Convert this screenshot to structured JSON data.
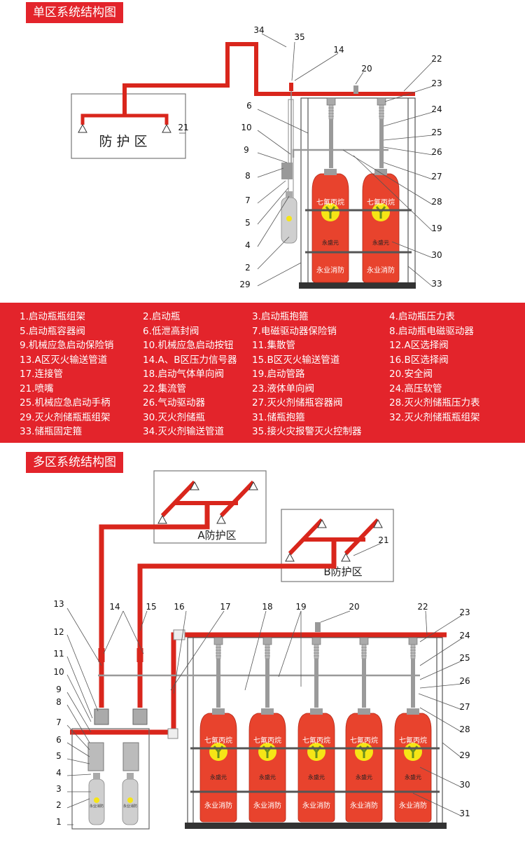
{
  "single_section": {
    "title": "单区系统结构图",
    "zone_label": "防 护 区",
    "callouts": [
      "34",
      "35",
      "14",
      "20",
      "22",
      "23",
      "24",
      "25",
      "26",
      "27",
      "28",
      "19",
      "30",
      "33",
      "6",
      "10",
      "9",
      "8",
      "7",
      "5",
      "4",
      "2",
      "29",
      "21"
    ]
  },
  "multi_section": {
    "title": "多区系统结构图",
    "zone_a_label": "A防护区",
    "zone_b_label": "B防护区",
    "callouts": [
      "13",
      "14",
      "15",
      "16",
      "17",
      "18",
      "19",
      "20",
      "22",
      "23",
      "24",
      "25",
      "26",
      "27",
      "28",
      "29",
      "30",
      "31",
      "12",
      "11",
      "10",
      "9",
      "8",
      "7",
      "6",
      "5",
      "4",
      "3",
      "2",
      "1",
      "21"
    ]
  },
  "cylinder_text": {
    "top": "七氟丙烷",
    "brand": "永盛元",
    "bottom": "永业消防",
    "small": "永业消防"
  },
  "legend": [
    "1.启动瓶瓶组架",
    "2.启动瓶",
    "3.启动瓶抱箍",
    "4.启动瓶压力表",
    "5.启动瓶容器阀",
    "6.低泄高封阀",
    "7.电磁驱动器保险销",
    "8.启动瓶电磁驱动器",
    "9.机械应急启动保险销",
    "10.机械应急启动按钮",
    "11.集散管",
    "12.A区选择阀",
    "13.A区灭火输送管道",
    "14.A、B区压力信号器",
    "15.B区灭火输送管道",
    "16.B区选择阀",
    "17.连接管",
    "18.启动气体单向阀",
    "19.启动管路",
    "20.安全阀",
    "21.喷嘴",
    "22.集流管",
    "23.液体单向阀",
    "24.高压软管",
    "25.机械应急启动手柄",
    "26.气动驱动器",
    "27.灭火剂储瓶容器阀",
    "28.灭火剂储瓶压力表",
    "29.灭火剂储瓶瓶组架",
    "30.灭火剂储瓶",
    "31.储瓶抱箍",
    "32.灭火剂储瓶瓶组架",
    "33.储瓶固定箍",
    "34.灭火剂输送管道",
    "35.接火灾报警灭火控制器"
  ],
  "colors": {
    "accent": "#e3242b",
    "pipe": "#d9261c",
    "cylinder": "#e8432d",
    "logo": "#f6e516"
  }
}
